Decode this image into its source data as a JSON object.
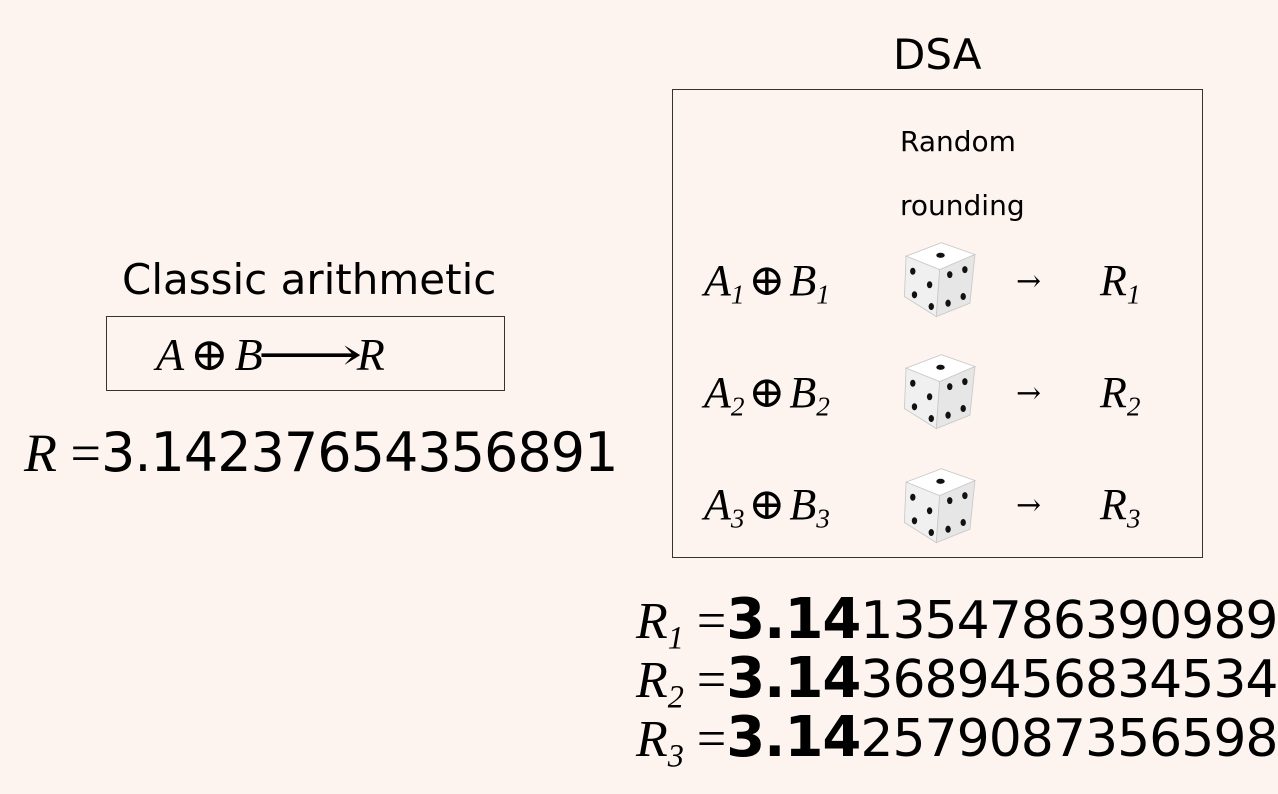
{
  "classic": {
    "title": "Classic arithmetic",
    "A": "A",
    "op": "⊕",
    "B": "B",
    "arrow": "⟶",
    "R": "R",
    "result_var": "R",
    "equals": "=",
    "result_value": "3.14237654356891"
  },
  "dsa": {
    "title": "DSA",
    "rounding_label_1": "Random",
    "rounding_label_2": "rounding",
    "rows": [
      {
        "A": "A",
        "sub": "1",
        "op": "⊕",
        "B": "B",
        "arrow": "→",
        "R": "R"
      },
      {
        "A": "A",
        "sub": "2",
        "op": "⊕",
        "B": "B",
        "arrow": "→",
        "R": "R"
      },
      {
        "A": "A",
        "sub": "3",
        "op": "⊕",
        "B": "B",
        "arrow": "→",
        "R": "R"
      }
    ],
    "results": [
      {
        "var": "R",
        "sub": "1",
        "equals": "=",
        "common": "3.14",
        "rest": "1354786390989"
      },
      {
        "var": "R",
        "sub": "2",
        "equals": "=",
        "common": "3.14",
        "rest": "3689456834534"
      },
      {
        "var": "R",
        "sub": "3",
        "equals": "=",
        "common": "3.14",
        "rest": "2579087356598"
      }
    ]
  },
  "icons": {
    "dice": "dice-icon"
  }
}
